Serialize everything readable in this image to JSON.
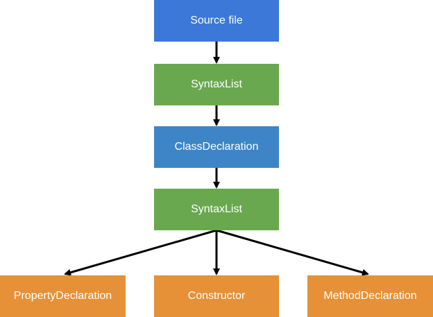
{
  "colors": {
    "source": "#3c78d8",
    "syntax_list": "#6aa84f",
    "class_decl": "#3d85c6",
    "member": "#e69138",
    "arrow": "#000000"
  },
  "nodes": {
    "source_file": "Source file",
    "syntax_list_1": "SyntaxList",
    "class_declaration": "ClassDeclaration",
    "syntax_list_2": "SyntaxList",
    "property_declaration": "PropertyDeclaration",
    "constructor": "Constructor",
    "method_declaration": "MethodDeclaration"
  }
}
